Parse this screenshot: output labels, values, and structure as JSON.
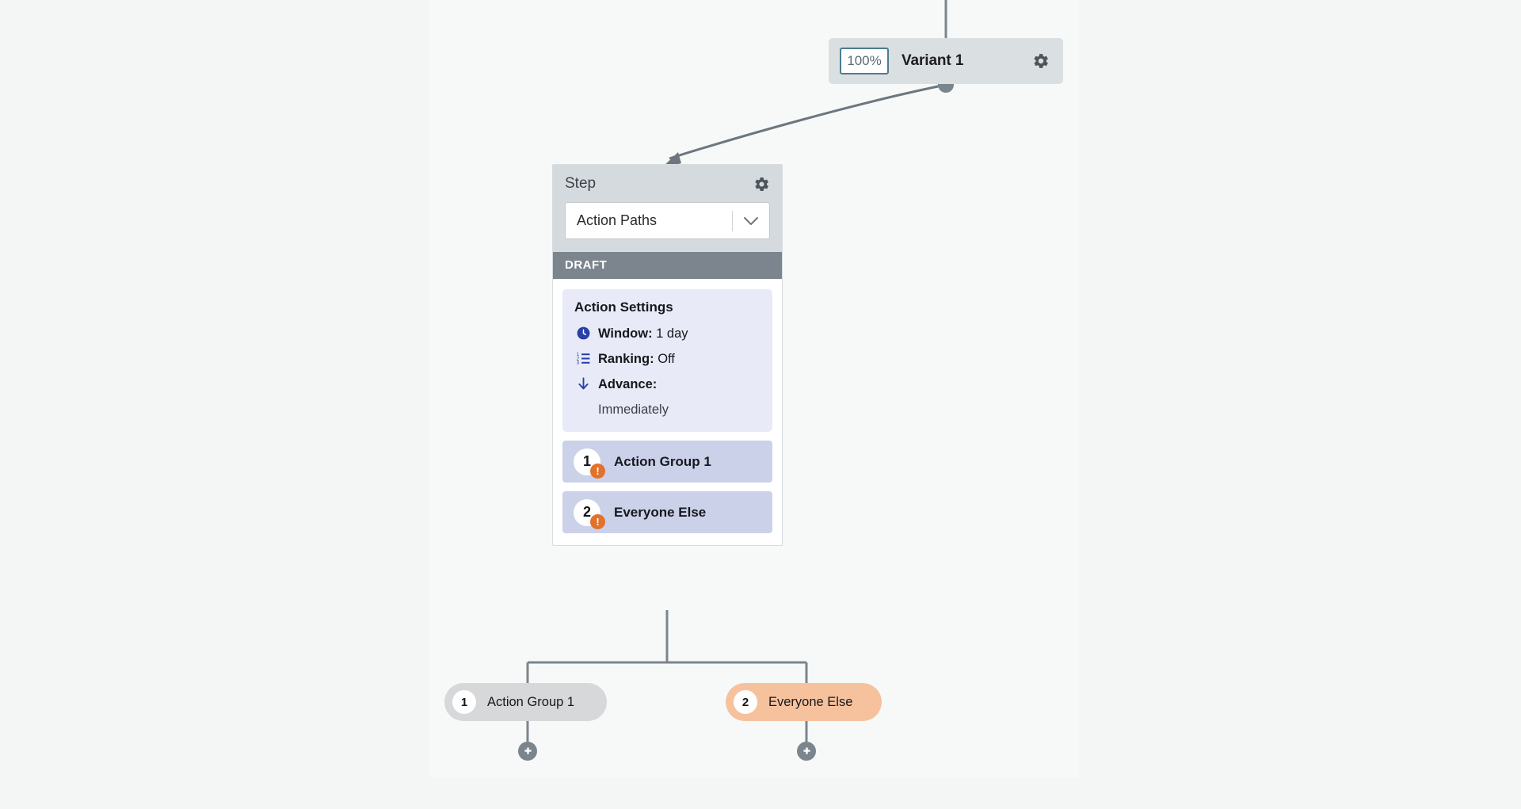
{
  "canvas": {
    "background": "#f4f6f6",
    "lane_background": "#f7f9f9"
  },
  "variant_node": {
    "name": "Variant 1",
    "percent_value": "100%",
    "gear_icon": "gear-icon"
  },
  "step_card": {
    "title": "Step",
    "gear_icon": "gear-icon",
    "step_type": "Action Paths",
    "caret_icon": "chevron-down-icon",
    "status": "DRAFT",
    "settings": {
      "title": "Action Settings",
      "rows": [
        {
          "icon": "clock-icon",
          "label": "Window:",
          "value": "1 day"
        },
        {
          "icon": "numbered-list-icon",
          "label": "Ranking:",
          "value": "Off"
        },
        {
          "icon": "arrow-down-icon",
          "label": "Advance:",
          "value": "Immediately"
        }
      ]
    },
    "groups": [
      {
        "number": "1",
        "label": "Action Group 1",
        "warning": "!"
      },
      {
        "number": "2",
        "label": "Everyone Else",
        "warning": "!"
      }
    ]
  },
  "branches": [
    {
      "number": "1",
      "label": "Action Group 1",
      "color": "#d6d8da"
    },
    {
      "number": "2",
      "label": "Everyone Else",
      "color": "#f6c29d"
    }
  ],
  "add_buttons": [
    {
      "icon": "plus-icon"
    },
    {
      "icon": "plus-icon"
    }
  ],
  "colors": {
    "edge": "#7b858d",
    "draft_bar": "#7c858d",
    "settings_panel": "#e8ebf7",
    "group_row": "#ccd1ea",
    "warning": "#e2712a",
    "input_border": "#4b7c91",
    "icon_blue": "#2a3fa8"
  }
}
